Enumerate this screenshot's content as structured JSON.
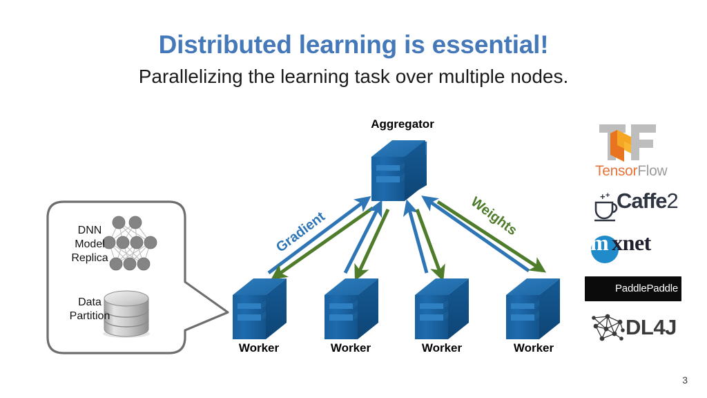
{
  "slide": {
    "title": "Distributed learning is essential!",
    "subtitle": "Parallelizing the learning task over multiple nodes.",
    "title_color": "#4478B8",
    "page_number": "3",
    "background": "#FFFFFF"
  },
  "diagram": {
    "aggregator": {
      "label": "Aggregator",
      "icon": "server-cube-icon",
      "color": "#1F64A5"
    },
    "workers": [
      {
        "label": "Worker",
        "icon": "server-cube-icon"
      },
      {
        "label": "Worker",
        "icon": "server-cube-icon"
      },
      {
        "label": "Worker",
        "icon": "server-cube-icon"
      },
      {
        "label": "Worker",
        "icon": "server-cube-icon"
      }
    ],
    "arrows": {
      "gradient": {
        "label": "Gradient",
        "color": "#2E75B6",
        "direction": "worker-to-aggregator"
      },
      "weights": {
        "label": "Weights",
        "color": "#4E7C2B",
        "direction": "aggregator-to-worker"
      }
    }
  },
  "callout": {
    "shape": "rounded-rectangle-with-pointer",
    "border_color": "#6E6E6E",
    "model": {
      "label": "DNN\nModel\nReplica",
      "icon": "neural-network-icon",
      "layers": [
        2,
        4,
        3
      ],
      "node_color": "#808080"
    },
    "data": {
      "label": "Data\nPartition",
      "icon": "database-cylinder-icon",
      "disc_count": 3,
      "color": "#C8C8C8"
    }
  },
  "frameworks": [
    {
      "name": "tensorflow",
      "icon": "tensorflow-logo-icon",
      "text_primary": "Tensor",
      "text_secondary": "Flow",
      "color_primary": "#E8743B",
      "color_secondary": "#9C9C9C"
    },
    {
      "name": "caffe2",
      "icon": "caffe2-cup-icon",
      "text_primary": "Caffe",
      "text_secondary": "2",
      "color_primary": "#2E3440"
    },
    {
      "name": "mxnet",
      "icon": "mxnet-circle-m-icon",
      "text_primary": "m",
      "text_secondary": "xnet",
      "color_primary": "#1F8BCB"
    },
    {
      "name": "paddlepaddle",
      "icon": "paddlepaddle-rowers-icon",
      "text_primary": "PaddlePaddle",
      "color_primary": "#0B0B0B"
    },
    {
      "name": "dl4j",
      "icon": "dl4j-graph-icon",
      "text_primary": "DL4J",
      "color_primary": "#3A3A3A"
    }
  ]
}
